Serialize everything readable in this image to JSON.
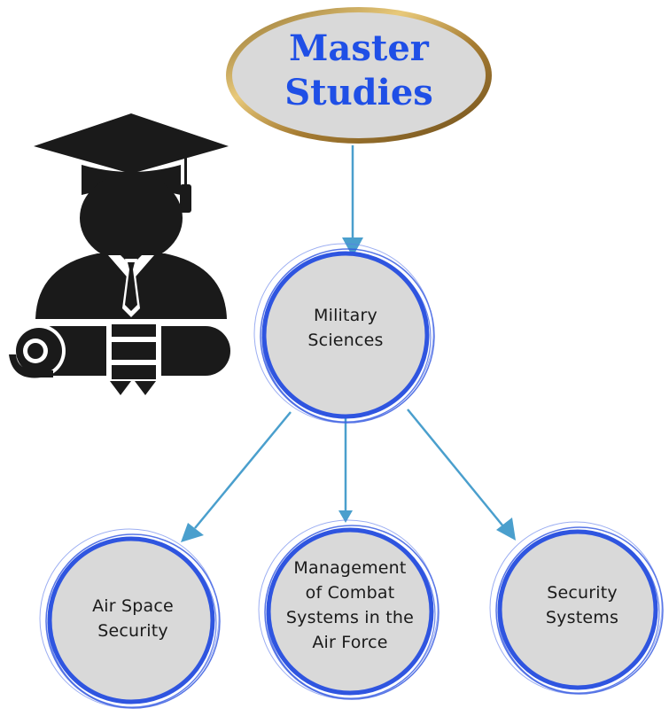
{
  "diagram": {
    "root": {
      "line1": "Master",
      "line2": "Studies"
    },
    "nodes": {
      "military_sciences": {
        "line1": "Military",
        "line2": "Sciences"
      },
      "air_space_security": {
        "line1": "Air Space",
        "line2": "Security"
      },
      "management_combat": {
        "line1": "Management",
        "line2": "of Combat",
        "line3": "Systems in the",
        "line4": "Air Force"
      },
      "security_systems": {
        "line1": "Security",
        "line2": "Systems"
      }
    },
    "icon": "graduate-with-diploma-icon"
  },
  "colors": {
    "root_text": "#1f4fe6",
    "root_fill": "#d9d9d9",
    "root_border": "#b08a3e",
    "node_fill": "#d9d9d9",
    "node_ring": "#2f55e0",
    "arrow": "#4a9fcd",
    "icon": "#1a1a1a"
  }
}
